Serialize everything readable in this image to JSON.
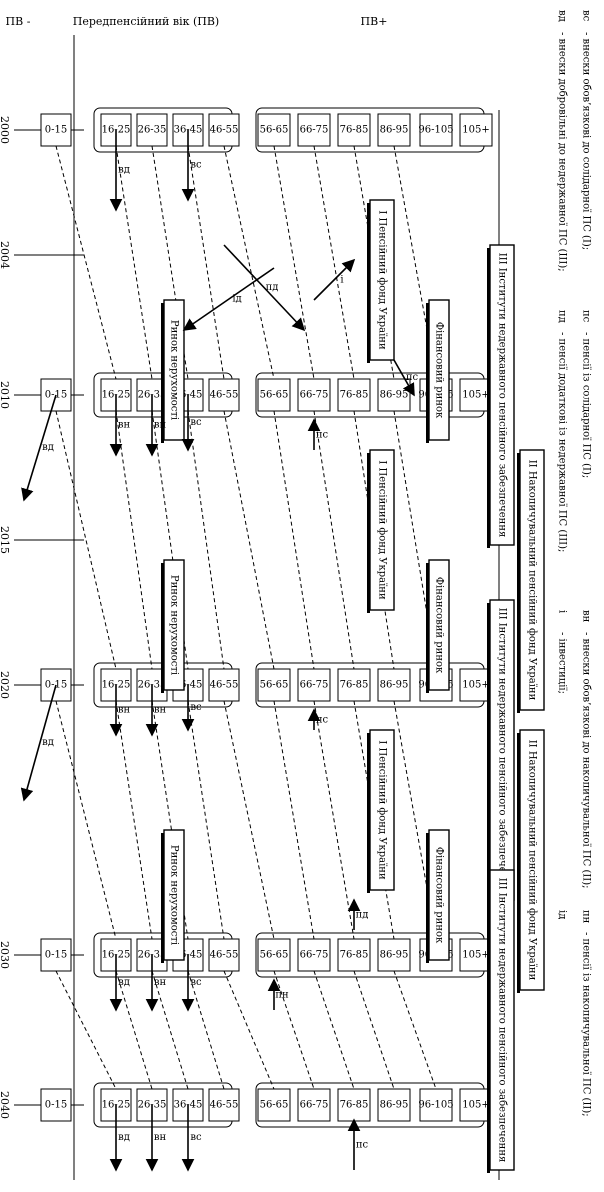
{
  "years": [
    "2000",
    "2004",
    "2010",
    "2015",
    "2020",
    "2030",
    "2040"
  ],
  "age_groups_young": [
    "0-15",
    "16-25",
    "26-35",
    "36-45",
    "46-55"
  ],
  "age_groups_old": [
    "56-65",
    "66-75",
    "76-85",
    "86-95",
    "96-105",
    "105+"
  ],
  "axis": {
    "pv_minus": "ПВ -",
    "preretire": "Передпенсійний вік (ПВ)",
    "pv_plus": "ПВ+"
  },
  "institutions": {
    "solidarity": "І Пенсійний фонд України",
    "accumulative": "ІІ Накопичувальний пенсійний фонд України",
    "nonstate": "ІІІ Інститути недержавного пенсійного забезпечення",
    "realty": "Ринок нерухомості",
    "finance": "Фінансовий ринок"
  },
  "flow_codes": {
    "vd": "вд",
    "vn": "вн",
    "vs": "вс",
    "ps": "пс",
    "pd": "пд",
    "pn": "пн",
    "id": "ід",
    "i": "і"
  },
  "legend": {
    "line1": [
      {
        "code": "вс",
        "text": "- внески обов’язкові до солідарної ПС (І);"
      },
      {
        "code": "пс",
        "text": "- пенсії із солідарної ПС (І);"
      },
      {
        "code": "вн",
        "text": "- внески обов’язкові до накопичувальної ПС (ІІ);"
      },
      {
        "code": "пн",
        "text": "- пенсії із накопичувальної ПС (ІІ);"
      }
    ],
    "line2": [
      {
        "code": "вд",
        "text": "- внески добровільні до недержавної ПС (ІІІ);"
      },
      {
        "code": "пд",
        "text": "- пенсії додаткові із недержавної ПС (ІІІ);"
      },
      {
        "code": "і",
        "text": "- інвестиції;"
      },
      {
        "code": "ід",
        "text": ""
      }
    ]
  }
}
